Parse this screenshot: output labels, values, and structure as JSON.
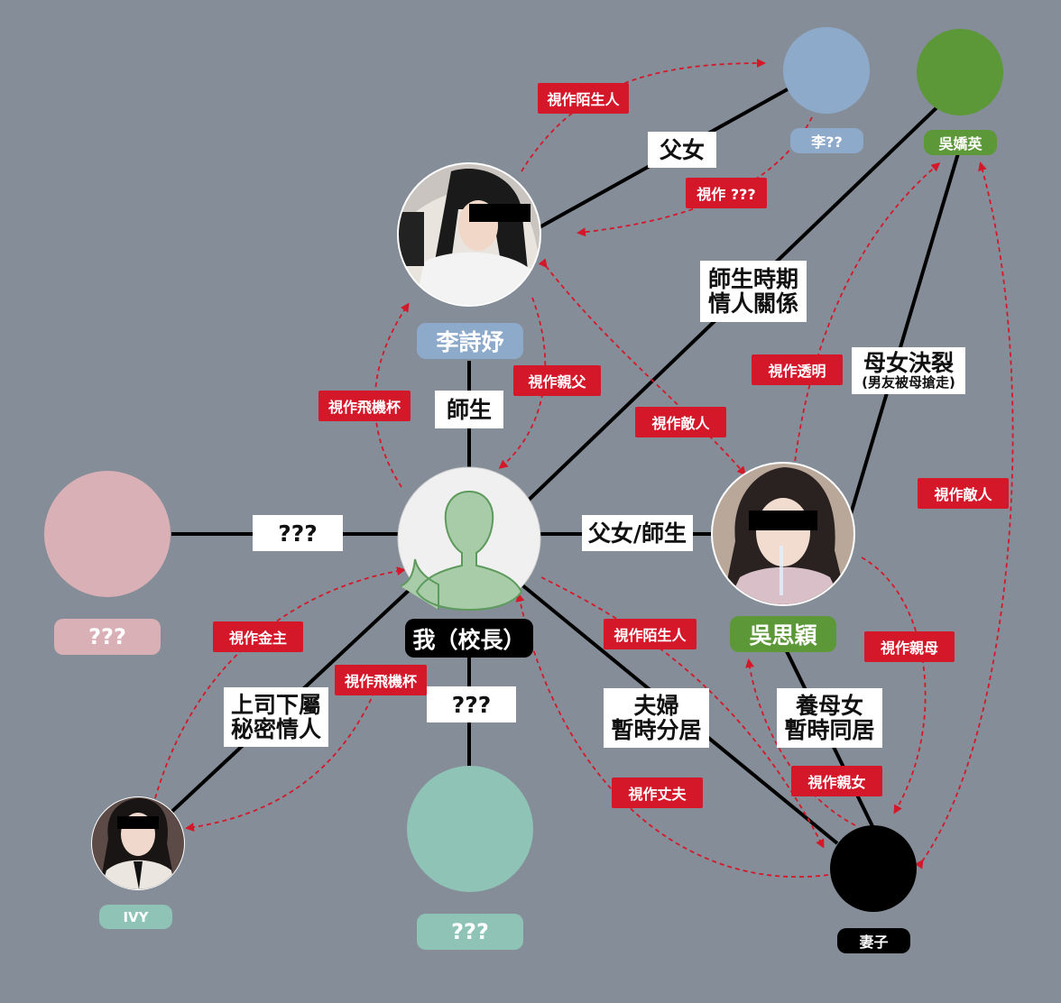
{
  "colors": {
    "background": "#858e98",
    "connector": "#000000",
    "view_arrow": "#d4182a",
    "view_label_bg": "#d4182a",
    "relation_label_bg": "#ffffff"
  },
  "nodes": {
    "me": {
      "name": "我（校長）",
      "fill": "#f0f0f0",
      "name_bg": "#000000",
      "icon": "person-silhouette-icon"
    },
    "li_shiyu": {
      "name": "李詩妤",
      "fill": "#c8c8c8",
      "name_bg": "#8eaacb",
      "icon": "photo-avatar"
    },
    "li_father": {
      "name": "李??",
      "fill": "#8eaacb",
      "name_bg": "#8eaacb"
    },
    "wu_jiaoying": {
      "name": "吳嬌英",
      "fill": "#5c9738",
      "name_bg": "#5c9738"
    },
    "wu_siying": {
      "name": "吳思穎",
      "fill": "#c8c8c8",
      "name_bg": "#5c9738",
      "icon": "photo-avatar"
    },
    "unknown_pink": {
      "name": "???",
      "fill": "#d8b0b6",
      "name_bg": "#d8b0b6"
    },
    "unknown_teal": {
      "name": "???",
      "fill": "#8fc3b6",
      "name_bg": "#8fc3b6"
    },
    "ivy": {
      "name": "IVY",
      "fill": "#c8c8c8",
      "name_bg": "#8fc3b6",
      "icon": "photo-avatar"
    },
    "wife": {
      "name": "妻子",
      "fill": "#000000",
      "name_bg": "#000000"
    }
  },
  "relations": {
    "li_father_li_shiyu": "父女",
    "me_li_shiyu": "師生",
    "me_wu_jiaoying": [
      "師生時期",
      "情人關係"
    ],
    "wu_jiaoying_wu_siying": [
      "母女決裂",
      "(男友被母搶走)"
    ],
    "me_wu_siying": "父女/師生",
    "me_unknown_pink": "???",
    "me_ivy": [
      "上司下屬",
      "秘密情人"
    ],
    "me_unknown_teal": "???",
    "me_wife": [
      "夫婦",
      "暫時分居"
    ],
    "wu_siying_wife": [
      "養母女",
      "暫時同居"
    ]
  },
  "views": {
    "li_shiyu_to_li_father": "視作陌生人",
    "li_father_to_li_shiyu": "視作 ???",
    "me_to_li_shiyu": "視作飛機杯",
    "li_shiyu_to_me": "視作親父",
    "li_shiyu_wu_siying": "視作敵人",
    "wu_siying_to_wu_jiaoying": "視作透明",
    "wife_wu_jiaoying": "視作敵人",
    "wu_siying_to_wife": "視作親母",
    "wife_to_wu_siying": "視作親女",
    "ivy_to_me": "視作金主",
    "me_to_ivy": "視作飛機杯",
    "me_to_wife": "視作陌生人",
    "wife_to_me": "視作丈夫"
  }
}
